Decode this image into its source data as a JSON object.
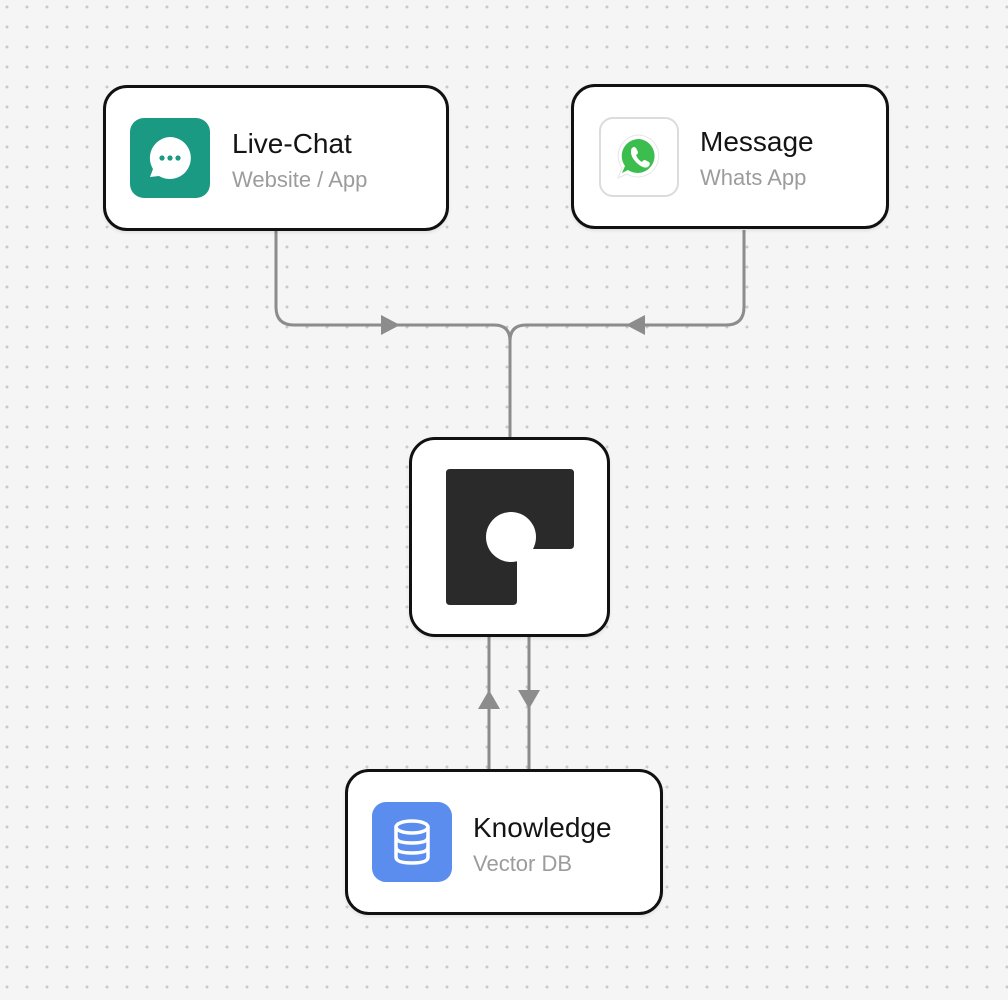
{
  "nodes": {
    "livechat": {
      "title": "Live-Chat",
      "subtitle": "Website / App",
      "icon": "chat-bubble-icon",
      "color": "#1a9a82"
    },
    "message": {
      "title": "Message",
      "subtitle": "Whats App",
      "icon": "whatsapp-icon",
      "color": "#3cbe4f"
    },
    "hub": {
      "icon": "logo-icon",
      "color": "#2a2a2a"
    },
    "knowledge": {
      "title": "Knowledge",
      "subtitle": "Vector DB",
      "icon": "database-icon",
      "color": "#5b8def"
    }
  },
  "edges": [
    {
      "from": "livechat",
      "to": "hub"
    },
    {
      "from": "message",
      "to": "hub"
    },
    {
      "from": "knowledge",
      "to": "hub"
    },
    {
      "from": "hub",
      "to": "knowledge"
    }
  ]
}
